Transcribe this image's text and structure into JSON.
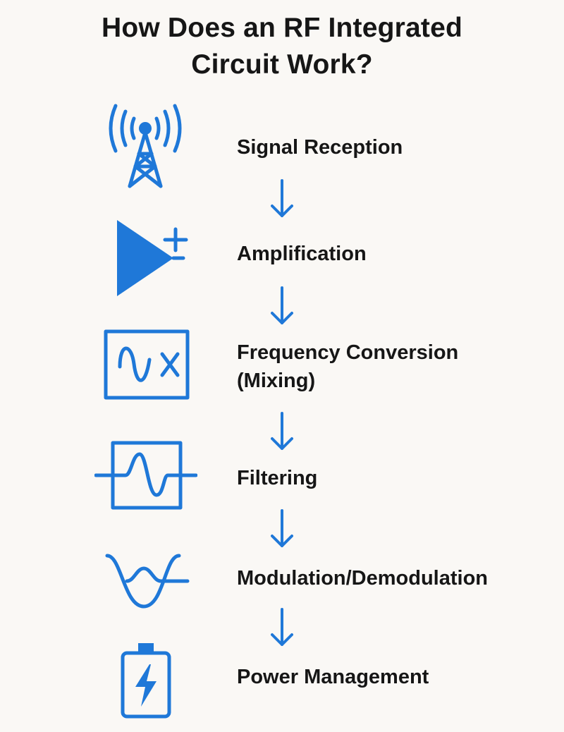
{
  "title": {
    "line1": "How Does an RF Integrated",
    "line2": "Circuit Work?"
  },
  "accent_color": "#1f78d8",
  "steps": [
    {
      "label": "Signal Reception",
      "icon": "antenna-tower-icon"
    },
    {
      "label": "Amplification",
      "icon": "amplifier-icon"
    },
    {
      "label_line1": "Frequency Conversion",
      "label_line2": "(Mixing)",
      "icon": "mixer-icon"
    },
    {
      "label": "Filtering",
      "icon": "filter-icon"
    },
    {
      "label": "Modulation/Demodulation",
      "icon": "waveform-icon"
    },
    {
      "label": "Power Management",
      "icon": "battery-icon"
    }
  ],
  "arrow_icon": "down-arrow-icon"
}
